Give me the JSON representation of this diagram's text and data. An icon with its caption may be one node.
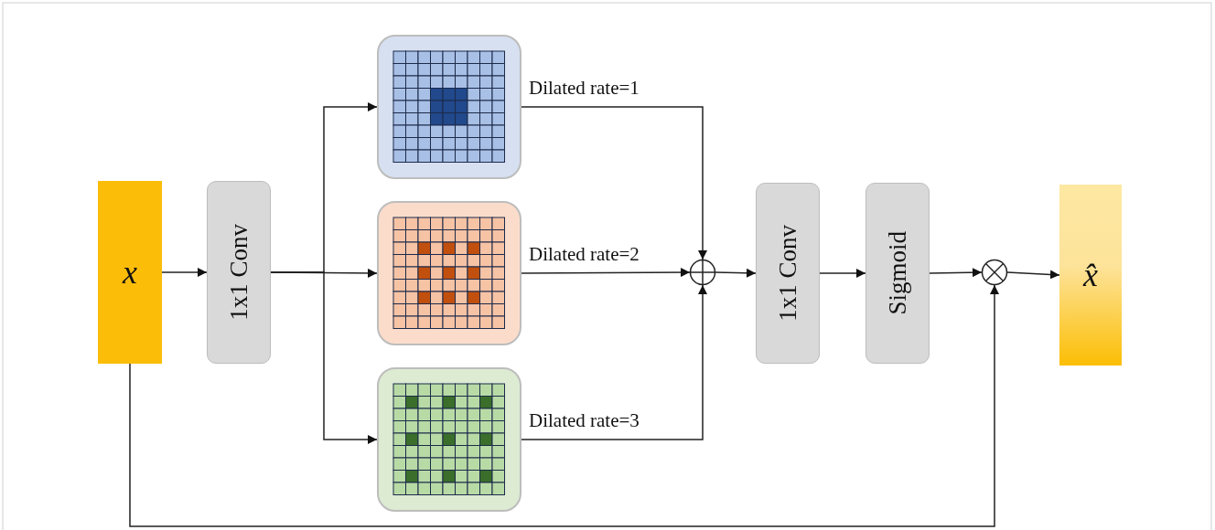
{
  "diagram": {
    "nodes": [
      {
        "text": [
          "x"
        ]
      },
      {
        "text": [
          "1x1 Conv"
        ]
      },
      {
        "text": [],
        "shape": "picture"
      },
      {
        "text": [],
        "shape": "picture"
      },
      {
        "text": [],
        "shape": "picture"
      },
      {
        "text": [],
        "shape": "circle"
      },
      {
        "text": [
          "1x1 Conv"
        ]
      },
      {
        "text": [
          "Sigmoid"
        ]
      },
      {
        "text": [],
        "shape": "circle"
      },
      {
        "text": [
          "x̂"
        ]
      }
    ],
    "edges": [
      {
        "from": 0,
        "to": 1,
        "arrow": "to"
      },
      {
        "from": 1,
        "to": 2,
        "arrow": "to"
      },
      {
        "from": 1,
        "to": 3,
        "arrow": "to"
      },
      {
        "from": 1,
        "to": 4,
        "arrow": "to"
      },
      {
        "from": 2,
        "to": 5,
        "arrow": "to",
        "label": "Dilated rate=1"
      },
      {
        "from": 3,
        "to": 5,
        "arrow": "to",
        "label": "Dilated rate=2"
      },
      {
        "from": 4,
        "to": 5,
        "arrow": "to",
        "label": "Dilated rate=3"
      },
      {
        "from": 5,
        "to": 6,
        "arrow": "to"
      },
      {
        "from": 6,
        "to": 7,
        "arrow": "to"
      },
      {
        "from": 7,
        "to": 8,
        "arrow": "to"
      },
      {
        "from": 8,
        "to": 9,
        "arrow": "to"
      },
      {
        "from": 0,
        "to": 8,
        "arrow": "to"
      }
    ]
  }
}
